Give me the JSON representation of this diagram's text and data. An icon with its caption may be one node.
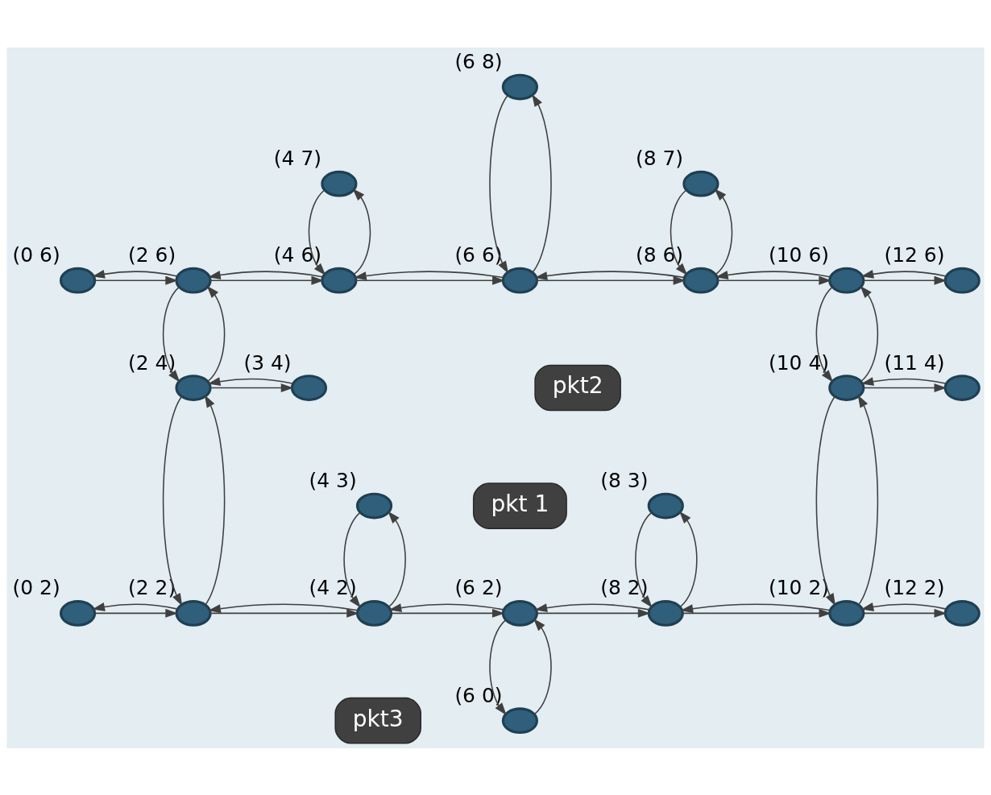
{
  "diagram": {
    "nodes": [
      {
        "text": [],
        "shape": "circle",
        "beside": [
          "(6 8)"
        ]
      },
      {
        "text": [],
        "shape": "circle",
        "beside": [
          "(4 7)"
        ]
      },
      {
        "text": [],
        "shape": "circle",
        "beside": [
          "(8 7)"
        ]
      },
      {
        "text": [],
        "shape": "circle",
        "beside": [
          "(0 6)"
        ]
      },
      {
        "text": [],
        "shape": "circle",
        "beside": [
          "(2 6)"
        ]
      },
      {
        "text": [],
        "shape": "circle",
        "beside": [
          "(4 6)"
        ]
      },
      {
        "text": [],
        "shape": "circle",
        "beside": [
          "(6 6)"
        ]
      },
      {
        "text": [],
        "shape": "circle",
        "beside": [
          "(8 6)"
        ]
      },
      {
        "text": [],
        "shape": "circle",
        "beside": [
          "(10 6)"
        ]
      },
      {
        "text": [],
        "shape": "circle",
        "beside": [
          "(12 6)"
        ]
      },
      {
        "text": [
          "pkt2"
        ]
      },
      {
        "text": [],
        "shape": "circle",
        "beside": [
          "(3 4)"
        ]
      },
      {
        "text": [],
        "shape": "circle",
        "beside": [
          "(2 4)"
        ]
      },
      {
        "text": [],
        "shape": "circle",
        "beside": [
          "(10 4)"
        ]
      },
      {
        "text": [],
        "shape": "circle",
        "beside": [
          "(11 4)"
        ]
      },
      {
        "text": [],
        "shape": "circle",
        "beside": [
          "(4 3)"
        ]
      },
      {
        "text": [],
        "shape": "circle",
        "beside": [
          "(8 3)"
        ]
      },
      {
        "text": [
          "pkt 1"
        ]
      },
      {
        "text": [],
        "shape": "circle",
        "beside": [
          "(0 2)"
        ]
      },
      {
        "text": [],
        "shape": "circle",
        "beside": [
          "(2 2)"
        ]
      },
      {
        "text": [],
        "shape": "circle",
        "beside": [
          "(4 2)"
        ]
      },
      {
        "text": [],
        "shape": "circle",
        "beside": [
          "(6 2)"
        ]
      },
      {
        "text": [],
        "shape": "circle",
        "beside": [
          "(8 2)"
        ]
      },
      {
        "text": [],
        "shape": "circle",
        "beside": [
          "(10 2)"
        ]
      },
      {
        "text": [],
        "shape": "circle",
        "beside": [
          "(12 2)"
        ]
      },
      {
        "text": [
          "pkt3"
        ]
      },
      {
        "text": [],
        "shape": "circle",
        "beside": [
          "(6 0)"
        ]
      }
    ],
    "edges": [
      {
        "from": 3,
        "to": 4,
        "arrow": "to"
      },
      {
        "from": 4,
        "to": 3,
        "arrow": "to"
      },
      {
        "from": 4,
        "to": 5,
        "arrow": "to"
      },
      {
        "from": 5,
        "to": 4,
        "arrow": "to"
      },
      {
        "from": 5,
        "to": 6,
        "arrow": "to"
      },
      {
        "from": 6,
        "to": 5,
        "arrow": "to"
      },
      {
        "from": 6,
        "to": 7,
        "arrow": "to"
      },
      {
        "from": 7,
        "to": 6,
        "arrow": "to"
      },
      {
        "from": 7,
        "to": 8,
        "arrow": "to"
      },
      {
        "from": 8,
        "to": 7,
        "arrow": "to"
      },
      {
        "from": 8,
        "to": 9,
        "arrow": "to"
      },
      {
        "from": 9,
        "to": 8,
        "arrow": "to"
      },
      {
        "from": 0,
        "to": 6,
        "arrow": "to"
      },
      {
        "from": 6,
        "to": 0,
        "arrow": "to"
      },
      {
        "from": 1,
        "to": 5,
        "arrow": "to"
      },
      {
        "from": 5,
        "to": 1,
        "arrow": "to"
      },
      {
        "from": 2,
        "to": 7,
        "arrow": "to"
      },
      {
        "from": 7,
        "to": 2,
        "arrow": "to"
      },
      {
        "from": 4,
        "to": 12,
        "arrow": "to"
      },
      {
        "from": 12,
        "to": 4,
        "arrow": "to"
      },
      {
        "from": 12,
        "to": 11,
        "arrow": "to"
      },
      {
        "from": 11,
        "to": 12,
        "arrow": "to"
      },
      {
        "from": 12,
        "to": 19,
        "arrow": "to"
      },
      {
        "from": 19,
        "to": 12,
        "arrow": "to"
      },
      {
        "from": 8,
        "to": 13,
        "arrow": "to"
      },
      {
        "from": 13,
        "to": 8,
        "arrow": "to"
      },
      {
        "from": 13,
        "to": 14,
        "arrow": "to"
      },
      {
        "from": 14,
        "to": 13,
        "arrow": "to"
      },
      {
        "from": 13,
        "to": 23,
        "arrow": "to"
      },
      {
        "from": 23,
        "to": 13,
        "arrow": "to"
      },
      {
        "from": 18,
        "to": 19,
        "arrow": "to"
      },
      {
        "from": 19,
        "to": 18,
        "arrow": "to"
      },
      {
        "from": 19,
        "to": 20,
        "arrow": "to"
      },
      {
        "from": 20,
        "to": 19,
        "arrow": "to"
      },
      {
        "from": 20,
        "to": 21,
        "arrow": "to"
      },
      {
        "from": 21,
        "to": 20,
        "arrow": "to"
      },
      {
        "from": 21,
        "to": 22,
        "arrow": "to"
      },
      {
        "from": 22,
        "to": 21,
        "arrow": "to"
      },
      {
        "from": 22,
        "to": 23,
        "arrow": "to"
      },
      {
        "from": 23,
        "to": 22,
        "arrow": "to"
      },
      {
        "from": 23,
        "to": 24,
        "arrow": "to"
      },
      {
        "from": 24,
        "to": 23,
        "arrow": "to"
      },
      {
        "from": 15,
        "to": 20,
        "arrow": "to"
      },
      {
        "from": 20,
        "to": 15,
        "arrow": "to"
      },
      {
        "from": 16,
        "to": 22,
        "arrow": "to"
      },
      {
        "from": 22,
        "to": 16,
        "arrow": "to"
      },
      {
        "from": 21,
        "to": 26,
        "arrow": "to"
      },
      {
        "from": 26,
        "to": 21,
        "arrow": "to"
      }
    ]
  }
}
